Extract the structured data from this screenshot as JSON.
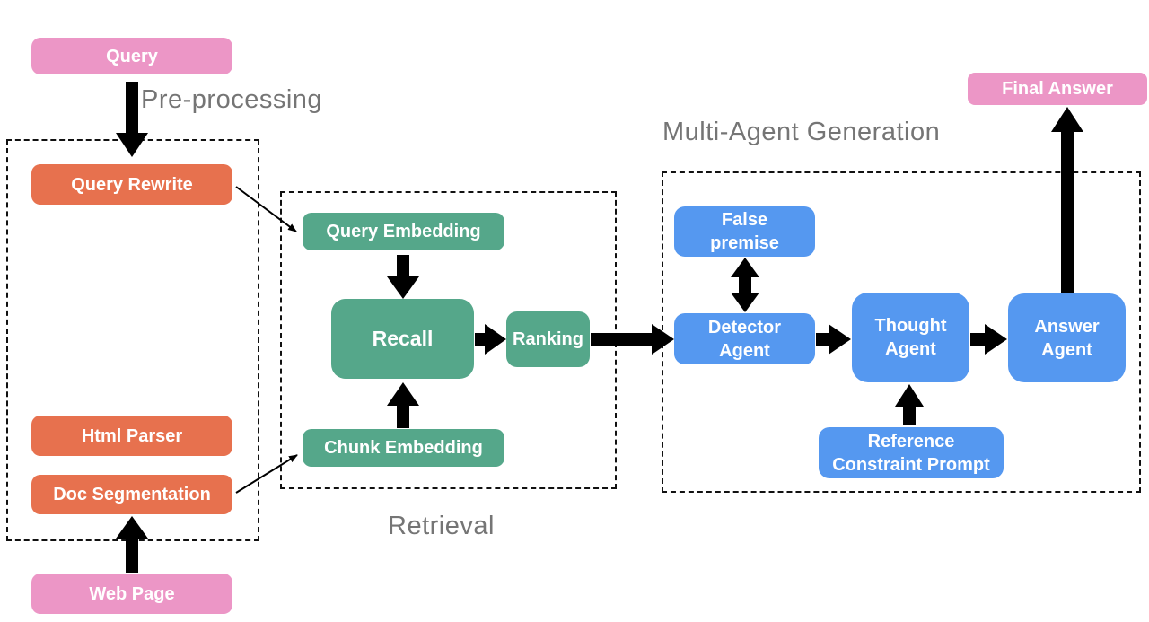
{
  "colors": {
    "pink": "#ec96c6",
    "orange": "#e7714e",
    "green": "#55a78a",
    "blue": "#5598f0",
    "stage": "#757575",
    "node_text": "#ffffff",
    "arrow": "#000000"
  },
  "stages": {
    "preprocessing": {
      "label": "Pre-processing"
    },
    "retrieval": {
      "label": "Retrieval"
    },
    "generation": {
      "label": "Multi-Agent Generation"
    }
  },
  "nodes": {
    "query": {
      "label": "Query"
    },
    "query_rewrite": {
      "label": "Query Rewrite"
    },
    "html_parser": {
      "label": "Html Parser"
    },
    "doc_segmentation": {
      "label": "Doc Segmentation"
    },
    "web_page": {
      "label": "Web Page"
    },
    "query_embedding": {
      "label": "Query Embedding"
    },
    "recall": {
      "label": "Recall"
    },
    "ranking": {
      "label": "Ranking"
    },
    "chunk_embedding": {
      "label": "Chunk Embedding"
    },
    "false_premise": {
      "label": "False\npremise"
    },
    "detector_agent": {
      "label": "Detector\nAgent"
    },
    "thought_agent": {
      "label": "Thought\nAgent"
    },
    "answer_agent": {
      "label": "Answer\nAgent"
    },
    "reference_constraint_prompt": {
      "label": "Reference\nConstraint Prompt"
    },
    "final_answer": {
      "label": "Final Answer"
    }
  }
}
